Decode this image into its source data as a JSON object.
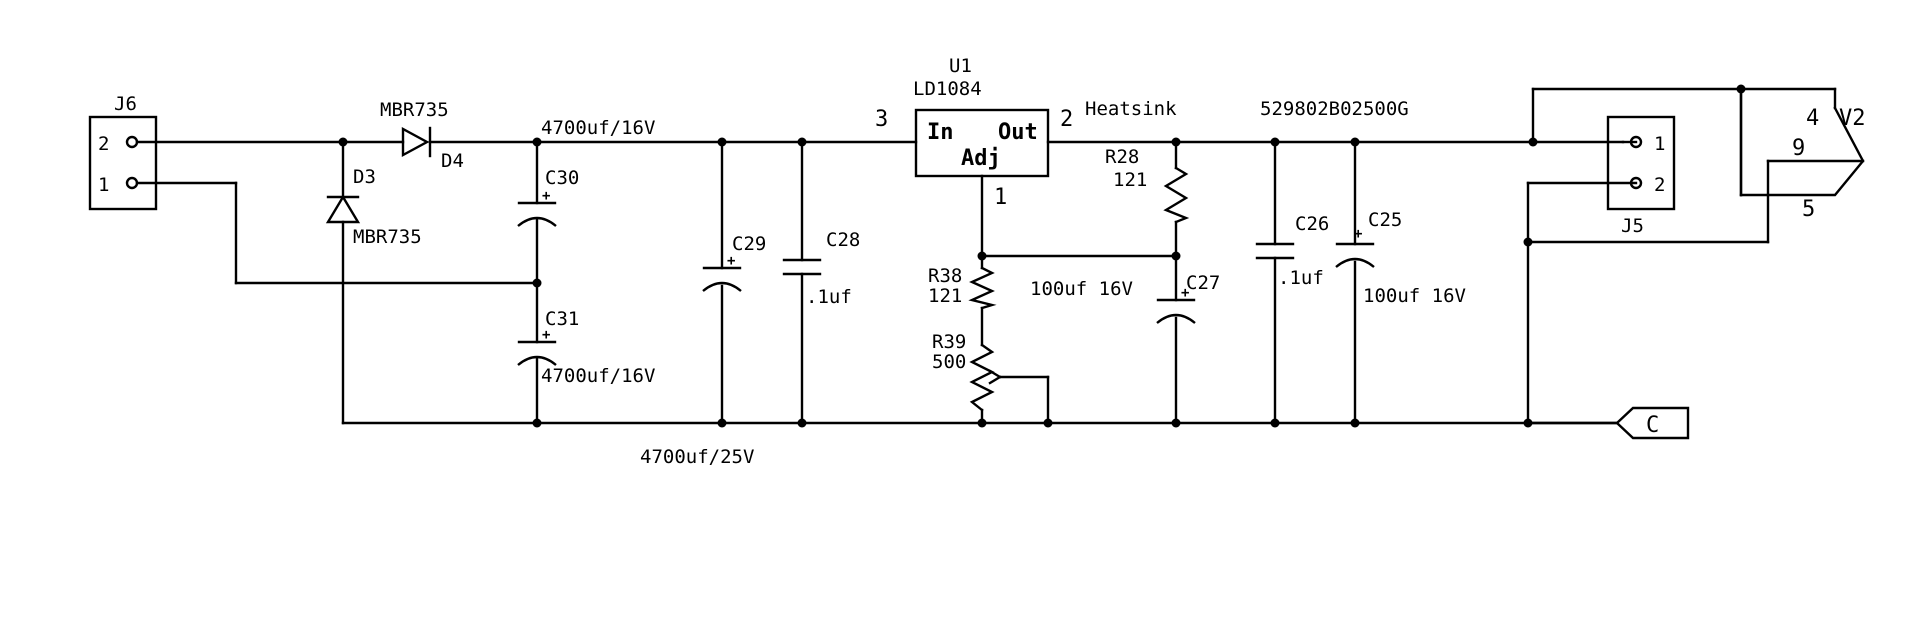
{
  "connectors": {
    "j6": {
      "name": "J6",
      "pin_top": "2",
      "pin_bottom": "1"
    },
    "j5": {
      "name": "J5",
      "pin_top": "1",
      "pin_bottom": "2"
    },
    "v2": {
      "name": "V2",
      "pin_a": "4",
      "pin_b": "9",
      "pin_c": "5"
    },
    "c_port": {
      "label": "C"
    }
  },
  "diodes": {
    "d4": {
      "ref": "D4",
      "part": "MBR735"
    },
    "d3": {
      "ref": "D3",
      "part": "MBR735"
    }
  },
  "capacitors": {
    "c30": {
      "ref": "C30",
      "plus": "+"
    },
    "c31": {
      "ref": "C31",
      "plus": "+"
    },
    "c29": {
      "ref": "C29",
      "plus": "+"
    },
    "c28": {
      "ref": "C28",
      "value": ".1uf"
    },
    "c27": {
      "ref": "C27",
      "plus": "+"
    },
    "c26": {
      "ref": "C26",
      "value": ".1uf"
    },
    "c25": {
      "ref": "C25",
      "plus": "+"
    }
  },
  "value_labels": {
    "c30_value": "4700uf/16V",
    "c31_value": "4700uf/16V",
    "c29_value": "4700uf/25V",
    "c27_value": "100uf 16V",
    "c25_value": "100uf 16V"
  },
  "regulator": {
    "ref": "U1",
    "part": "LD1084",
    "pin_in_label": "In",
    "pin_out_label": "Out",
    "pin_adj_label": "Adj",
    "pin_in_num": "3",
    "pin_out_num": "2",
    "pin_adj_num": "1",
    "heatsink_label": "Heatsink",
    "heatsink_part": "529802B02500G"
  },
  "resistors": {
    "r28": {
      "ref": "R28",
      "value": "121"
    },
    "r38": {
      "ref": "R38",
      "value": "121"
    },
    "r39": {
      "ref": "R39",
      "value": "500"
    }
  }
}
